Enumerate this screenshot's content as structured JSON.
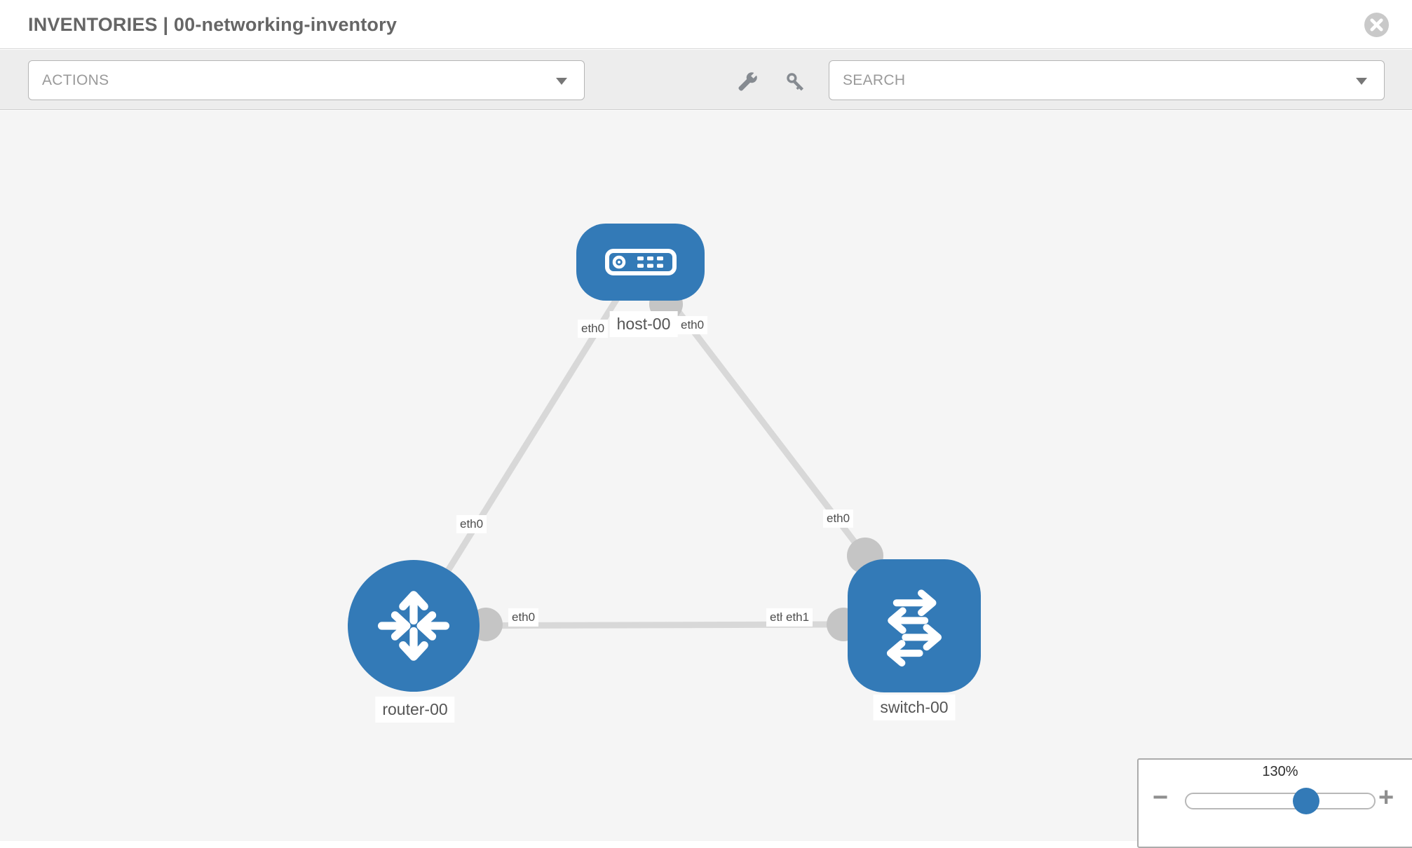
{
  "header": {
    "title": "INVENTORIES | 00-networking-inventory"
  },
  "toolbar": {
    "actions_dropdown": {
      "label": "ACTIONS"
    },
    "search_dropdown": {
      "label": "SEARCH"
    },
    "tool_icons": [
      "wrench",
      "key"
    ]
  },
  "topology": {
    "nodes": [
      {
        "label": "host-00",
        "type": "host"
      },
      {
        "label": "router-00",
        "type": "router"
      },
      {
        "label": "switch-00",
        "type": "switch"
      }
    ],
    "links": [
      {
        "from": "host-00",
        "to": "router-00"
      },
      {
        "from": "host-00",
        "to": "switch-00"
      },
      {
        "from": "router-00",
        "to": "switch-00"
      }
    ],
    "interface_labels": [
      {
        "text": "eth0",
        "near": "host-00 bottom-left"
      },
      {
        "text": "eth0",
        "near": "host-00 bottom-right"
      },
      {
        "text": "eth0",
        "near": "link to router-00"
      },
      {
        "text": "eth0",
        "near": "link to switch-00 top"
      },
      {
        "text": "eth0",
        "near": "router-00 right"
      },
      {
        "text": "eth0",
        "near": "switch-00 left (under)"
      },
      {
        "text": "eth1",
        "near": "switch-00 left"
      }
    ]
  },
  "zoom_control": {
    "value": "130%",
    "decrease_label": "−",
    "increase_label": "+"
  },
  "colors": {
    "node_blue": "#337ab7",
    "link_gray": "#d8d8d8",
    "connector_gray": "#c5c5c5",
    "canvas_bg": "#f5f5f5"
  }
}
